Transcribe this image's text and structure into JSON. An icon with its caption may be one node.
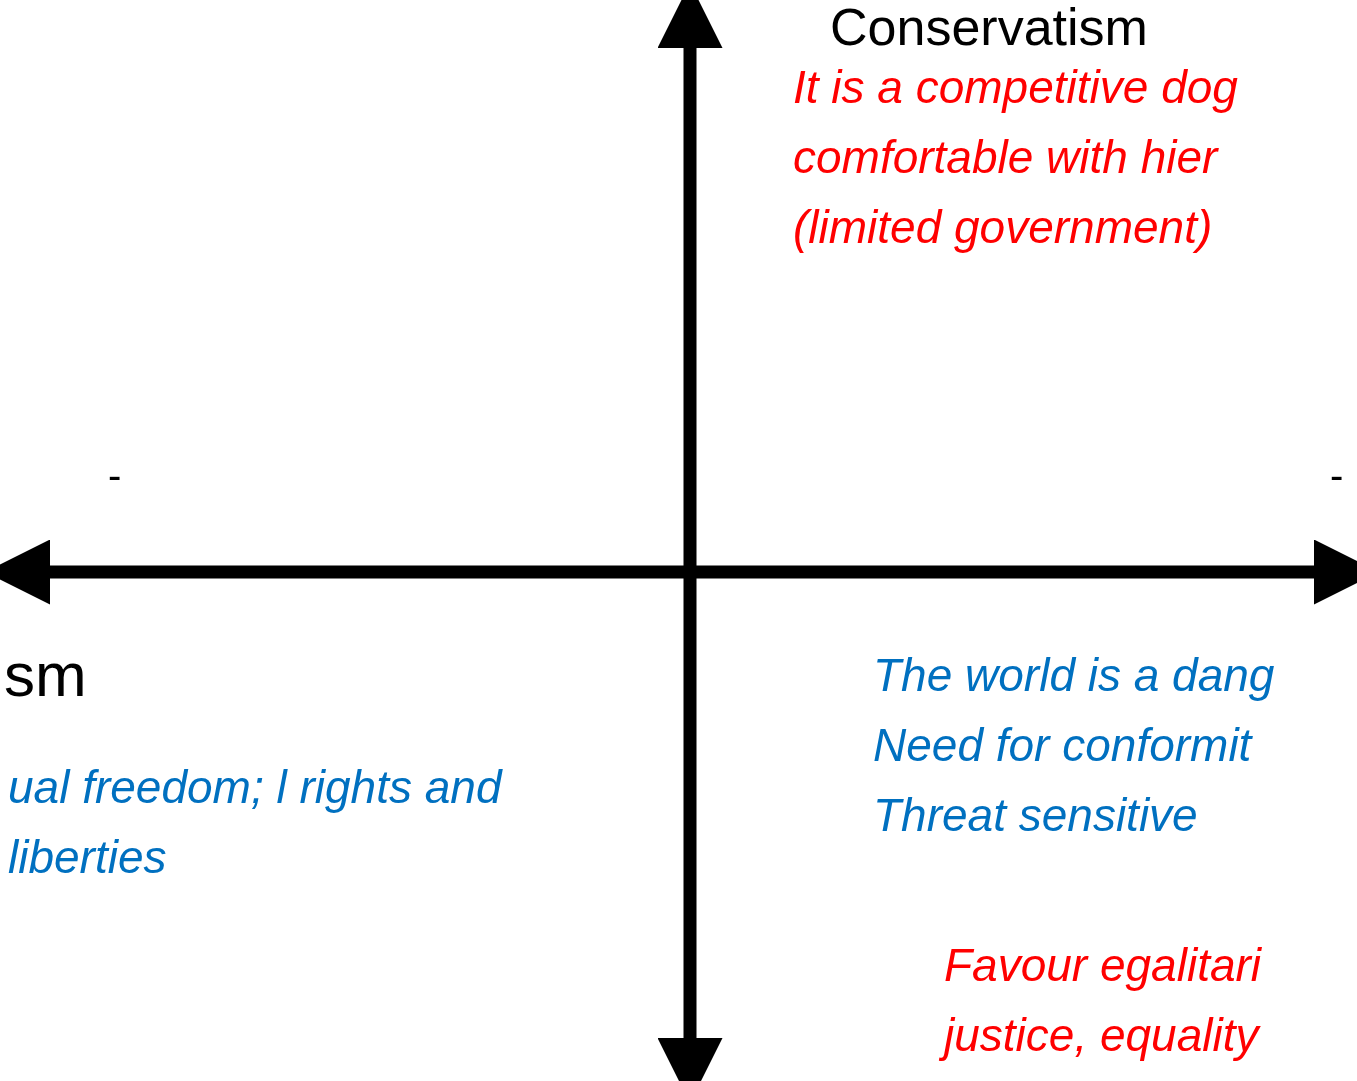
{
  "diagram": {
    "labels": [
      "Conservatism",
      "It is a competitive dog comfortable with hier (limited government)",
      "-",
      "-",
      "sm",
      "ual freedom; l rights and liberties",
      "The world is a dang Need for conformit Threat sensitive",
      "Favour egalitari justice, equality"
    ]
  }
}
